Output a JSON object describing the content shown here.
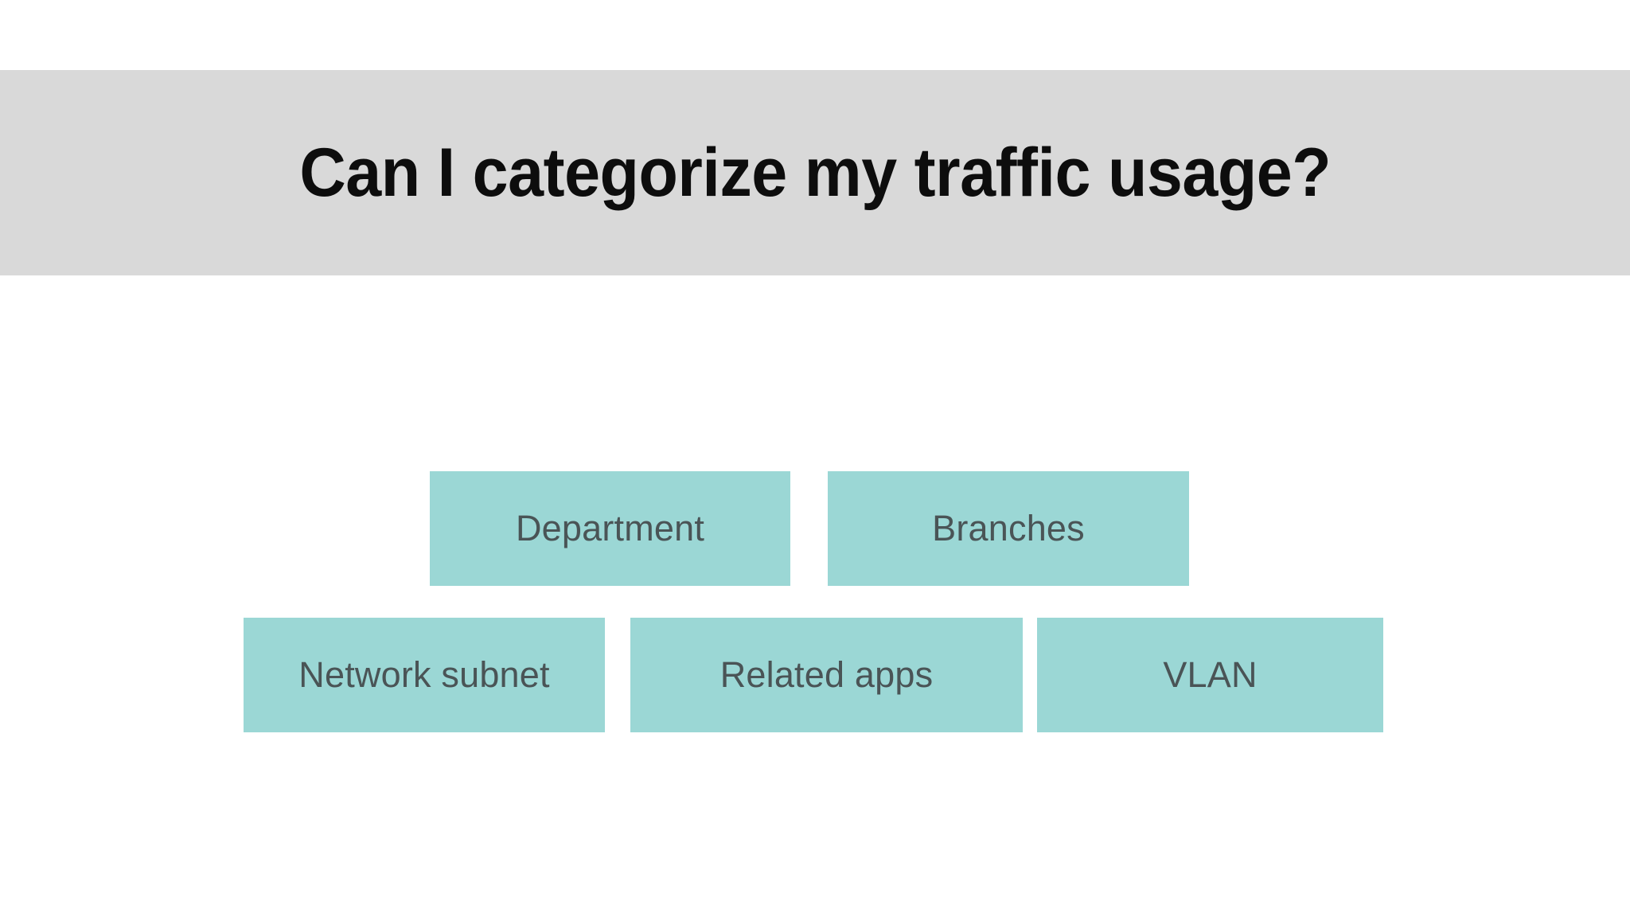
{
  "slide": {
    "background_color": "#ffffff",
    "title_band": {
      "background_color": "#d9d9d9",
      "title": "Can I categorize my traffic usage?",
      "title_color": "#0d0d0d"
    },
    "diagram": {
      "box_fill_color": "#9bd7d5",
      "box_label_color": "#4a5456",
      "rows": [
        {
          "row_name": "top-row",
          "boxes": [
            {
              "label": "Department"
            },
            {
              "label": "Branches"
            }
          ]
        },
        {
          "row_name": "bottom-row",
          "boxes": [
            {
              "label": "Network subnet"
            },
            {
              "label": "Related apps"
            },
            {
              "label": "VLAN"
            }
          ]
        }
      ]
    }
  }
}
